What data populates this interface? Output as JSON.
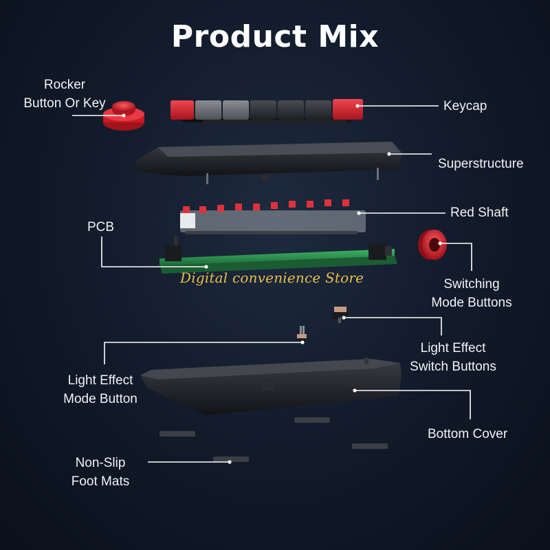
{
  "title": "Product Mix",
  "watermark": "Digital convenience Store",
  "labels": {
    "rocker": [
      "Rocker",
      "Button Or Key"
    ],
    "keycap": [
      "Keycap"
    ],
    "superstructure": [
      "Superstructure"
    ],
    "red_shaft": [
      "Red Shaft"
    ],
    "pcb": [
      "PCB"
    ],
    "switching_mode": [
      "Switching",
      "Mode Buttons"
    ],
    "light_effect_switch": [
      "Light Effect",
      "Switch Buttons"
    ],
    "light_effect_mode": [
      "Light Effect",
      "Mode Button"
    ],
    "bottom_cover": [
      "Bottom Cover"
    ],
    "foot_mats": [
      "Non-Slip",
      "Foot Mats"
    ]
  },
  "colors": {
    "accent_red": "#d3202b",
    "pcb_green": "#2f9a52",
    "plastic_black": "#1b1d22",
    "leader_line": "#ffffff"
  }
}
